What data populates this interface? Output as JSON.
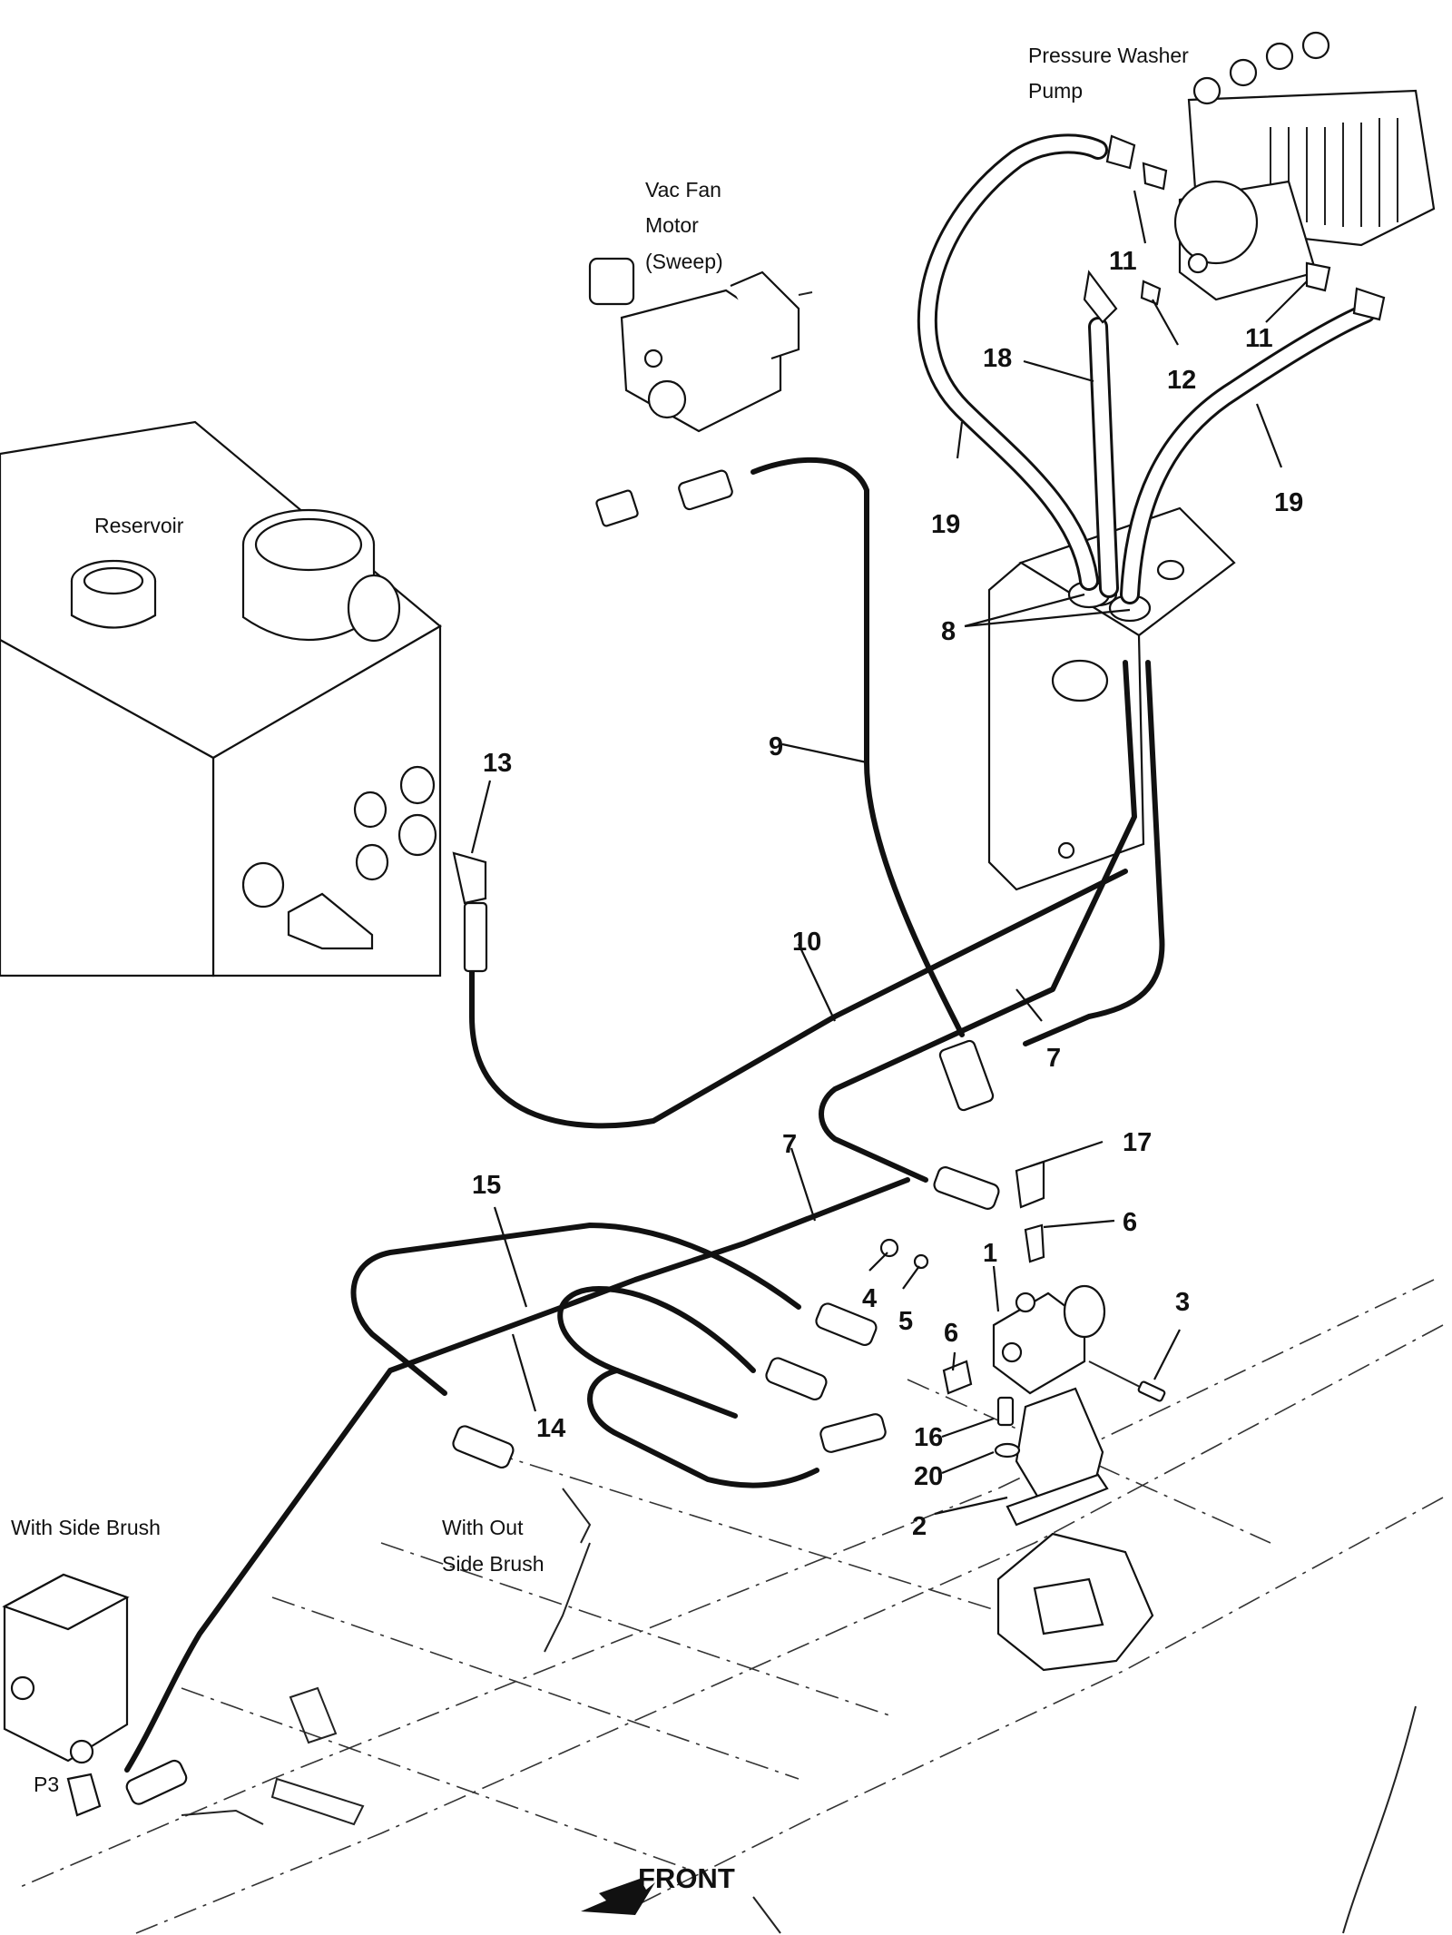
{
  "labels": {
    "pressure_washer_pump": [
      "Pressure Washer",
      "Pump"
    ],
    "vac_fan_motor": [
      "Vac Fan",
      "Motor",
      "(Sweep)"
    ],
    "reservoir": "Reservoir",
    "with_side_brush": "With Side Brush",
    "without_side_brush": [
      "With Out",
      "Side Brush"
    ],
    "p3": "P3",
    "front": "FRONT"
  },
  "callouts": {
    "c1": "1",
    "c2": "2",
    "c3": "3",
    "c4": "4",
    "c5": "5",
    "c6a": "6",
    "c6b": "6",
    "c7a": "7",
    "c7b": "7",
    "c8": "8",
    "c9": "9",
    "c10": "10",
    "c11a": "11",
    "c11b": "11",
    "c12": "12",
    "c13": "13",
    "c14": "14",
    "c15": "15",
    "c16": "16",
    "c17": "17",
    "c18": "18",
    "c19a": "19",
    "c19b": "19",
    "c20": "20"
  }
}
